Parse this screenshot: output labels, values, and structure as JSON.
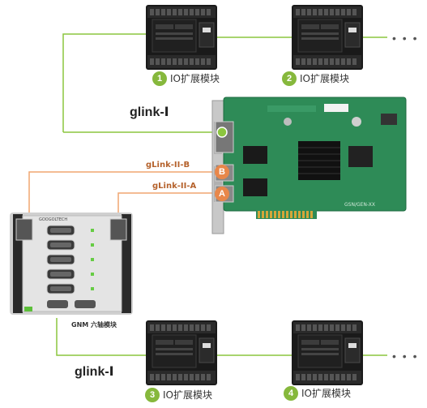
{
  "modules": {
    "m1": {
      "num": "1",
      "label": "IO扩展模块"
    },
    "m2": {
      "num": "2",
      "label": "IO扩展模块"
    },
    "m3": {
      "num": "3",
      "label": "IO扩展模块"
    },
    "m4": {
      "num": "4",
      "label": "IO扩展模块"
    }
  },
  "glink_top": "glink-Ⅰ",
  "glink_bottom": "glink-Ⅰ",
  "link_b": "gLink-II-B",
  "link_a": "gLink-II-A",
  "port_b": "B",
  "port_a": "A",
  "gnm_label": "GNM 六轴模块",
  "card_text": "GSN/GEN-XX",
  "brand_text": "GOOGOLTECH",
  "more": "• • •",
  "colors": {
    "green_line": "#8cc63f",
    "orange_line": "#f0a671",
    "pcb": "#2e8b57"
  }
}
